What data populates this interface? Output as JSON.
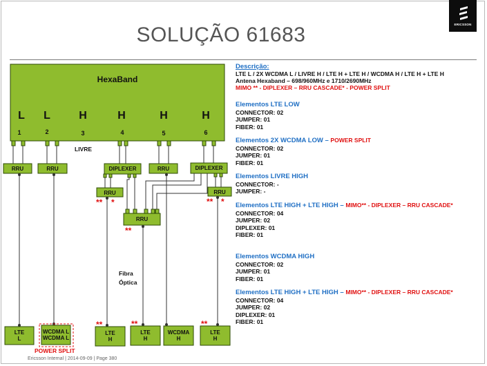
{
  "title": "SOLUÇÃO 61683",
  "logo": {
    "text": "ERICSSON",
    "icon": "ericsson-logo"
  },
  "diagram": {
    "hexaband": "HexaBand",
    "bands": [
      "L",
      "L",
      "H",
      "H",
      "H",
      "H"
    ],
    "ports": [
      "1",
      "2",
      "3",
      "4",
      "5",
      "6"
    ],
    "livre": "LIVRE",
    "rru": "RRU",
    "diplexer": "DIPLEXER",
    "fibra_line1": "Fibra",
    "fibra_line2": "Óptica",
    "double_star": "**",
    "single_star": "*",
    "power_split": "POWER SPLIT",
    "bottom_boxes": [
      {
        "line1": "LTE",
        "line2": "L"
      },
      {
        "line1": "WCDMA L",
        "line2": "WCDMA L"
      },
      {
        "line1": "LTE",
        "line2": "H"
      },
      {
        "line1": "LTE",
        "line2": "H"
      },
      {
        "line1": "WCDMA",
        "line2": "H"
      },
      {
        "line1": "LTE",
        "line2": "H"
      }
    ]
  },
  "description": {
    "heading": "Descrição:",
    "line1": "LTE L / 2X WCDMA L / LIVRE H / LTE H + LTE H / WCDMA H / LTE H + LTE H",
    "line2": "Antena Hexaband – 698/960MHz  e  1710/2690MHz",
    "line3": "MIMO ** - DIPLEXER – RRU CASCADE* - POWER SPLIT"
  },
  "sections": [
    {
      "title": "Elementos LTE LOW",
      "title_red": "",
      "lines": [
        "CONNECTOR: 02",
        "JUMPER: 01",
        "FIBER: 01"
      ]
    },
    {
      "title": "Elementos 2X WCDMA LOW – ",
      "title_red": "POWER SPLIT",
      "lines": [
        "CONNECTOR: 02",
        "JUMPER: 01",
        "FIBER: 01"
      ]
    },
    {
      "title": "Elementos LIVRE HIGH",
      "title_red": "",
      "lines": [
        "CONNECTOR: -",
        "JUMPER: -"
      ]
    },
    {
      "title": "Elementos LTE HIGH + LTE HIGH – ",
      "title_red": "MIMO** - DIPLEXER – RRU CASCADE*",
      "lines": [
        "CONNECTOR: 04",
        "JUMPER: 02",
        "DIPLEXER: 01",
        "FIBER: 01"
      ]
    },
    {
      "title": "Elementos WCDMA HIGH",
      "title_red": "",
      "lines": [
        "CONNECTOR: 02",
        "JUMPER: 01",
        "FIBER: 01"
      ]
    },
    {
      "title": "Elementos LTE HIGH + LTE HIGH – ",
      "title_red": "MIMO** - DIPLEXER – RRU CASCADE*",
      "lines": [
        "CONNECTOR: 04",
        "JUMPER: 02",
        "DIPLEXER: 01",
        "FIBER: 01"
      ]
    }
  ],
  "footer": "Ericsson Internal  |  2014-09-09  |  Page 380",
  "colors": {
    "box_green": "#8fbc2e",
    "heading_blue": "#1f6fc4",
    "accent_red": "#e01010"
  }
}
